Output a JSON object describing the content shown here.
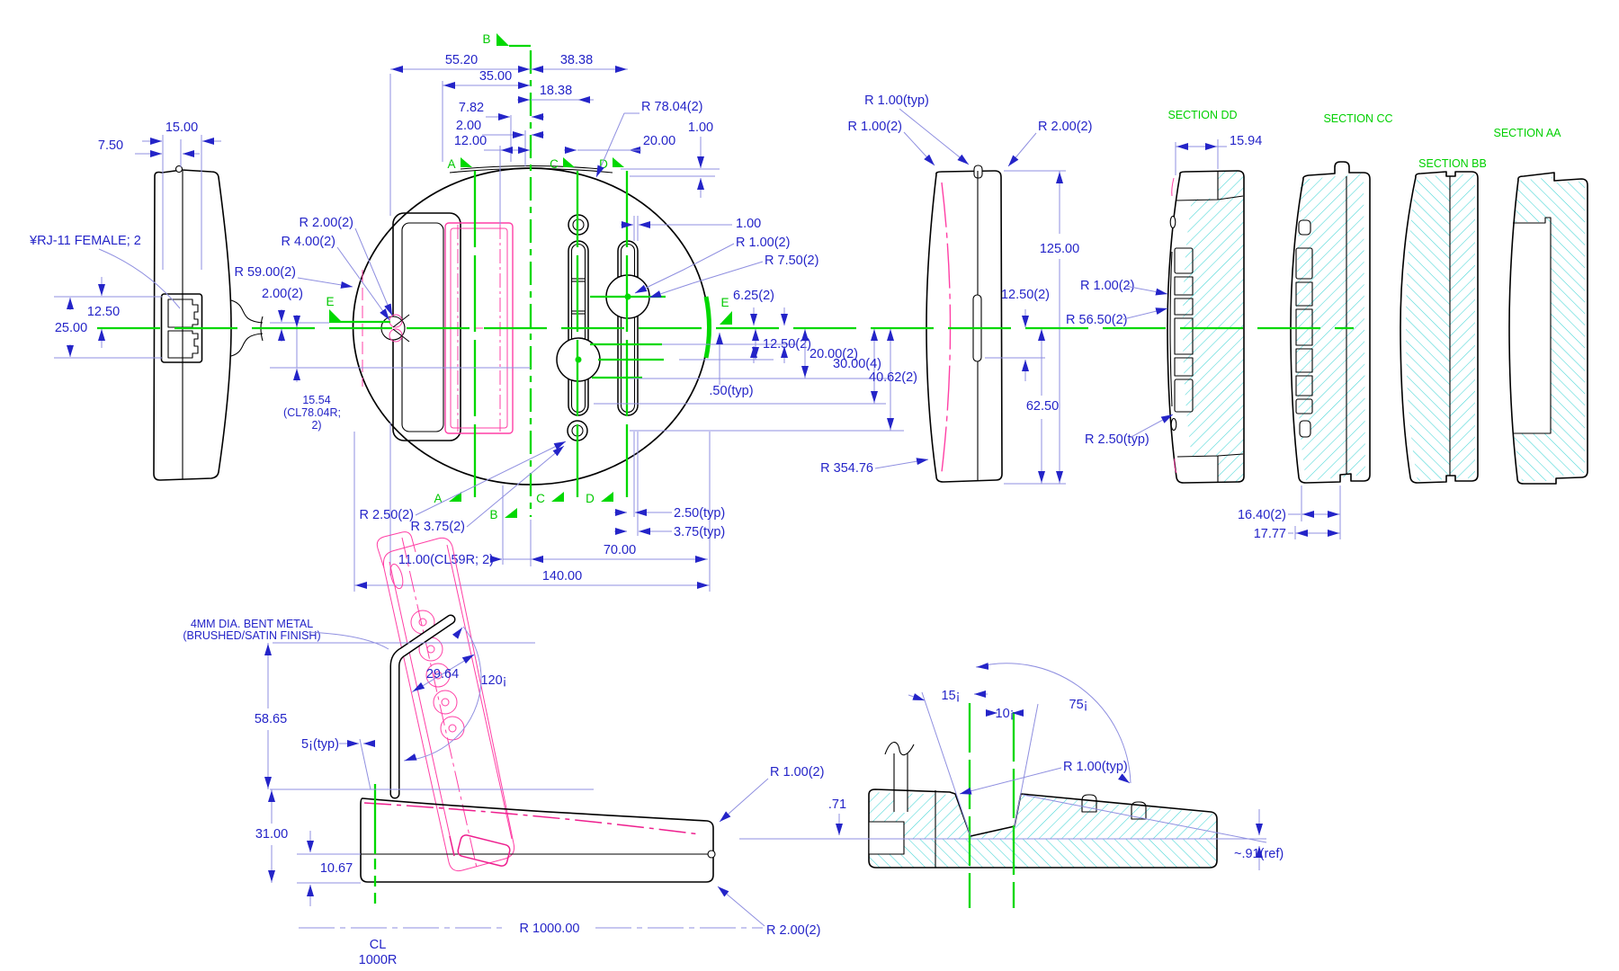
{
  "drawing": {
    "colors": {
      "dimension_blue": "#2424c8",
      "extension_blue": "#8f8fe0",
      "section_green": "#00d800",
      "magenta": "#ff3fa5",
      "cyan_hatch": "#45d6d6",
      "insert_hatch_blue": "#4a3acc",
      "outline_black": "#000000"
    },
    "left_view": {
      "rj11_note": "¥RJ-11 FEMALE; 2",
      "dim_7_50": "7.50",
      "dim_15_00": "15.00",
      "dim_12_50": "12.50",
      "dim_25_00": "25.00"
    },
    "top_view": {
      "dim_55_20": "55.20",
      "dim_38_38": "38.38",
      "dim_35_00": "35.00",
      "dim_18_38": "18.38",
      "dim_7_82": "7.82",
      "dim_2_00": "2.00",
      "dim_12_00": "12.00",
      "dim_20_00": "20.00",
      "r_78_04": "R 78.04(2)",
      "dim_1_00_top": "1.00",
      "r_2_00": "R 2.00(2)",
      "r_4_00": "R 4.00(2)",
      "r_59_00": "R 59.00(2)",
      "dim_2_00_e": "2.00(2)",
      "dim_15_54_l1": "15.54",
      "dim_15_54_l2": "(CL78.04R;",
      "dim_15_54_l3": "2)",
      "dim_1_00_right": "1.00",
      "r_1_00": "R 1.00(2)",
      "r_7_50": "R 7.50(2)",
      "dim_6_25": "6.25(2)",
      "dim_12_50": "12.50(2)",
      "dim_20_00_2": "20.00(2)",
      "dim_30_00": "30.00(4)",
      "dim_40_62": "40.62(2)",
      "dim_50_typ": ".50(typ)",
      "r_2_50": "R 2.50(2)",
      "r_3_75": "R 3.75(2)",
      "dim_11_00": "11.00(CL59R; 2)",
      "dim_70_00": "70.00",
      "dim_140_00": "140.00",
      "dim_2_50_typ": "2.50(typ)",
      "dim_3_75_typ": "3.75(typ)",
      "sec_a": "A",
      "sec_b": "B",
      "sec_c": "C",
      "sec_d": "D",
      "sec_e": "E"
    },
    "side_view": {
      "r_1_00_typ": "R 1.00(typ)",
      "r_1_00": "R 1.00(2)",
      "r_2_00": "R 2.00(2)",
      "dim_125_00": "125.00",
      "dim_12_50": "12.50(2)",
      "dim_62_50": "62.50",
      "r_354_76": "R 354.76"
    },
    "sections": {
      "dd": "SECTION DD",
      "cc": "SECTION CC",
      "bb": "SECTION BB",
      "aa": "SECTION AA",
      "dim_15_94": "15.94",
      "r_1_00": "R 1.00(2)",
      "r_56_50": "R 56.50(2)",
      "r_2_50_typ": "R 2.50(typ)",
      "dim_16_40": "16.40(2)",
      "dim_17_77": "17.77"
    },
    "arm_view": {
      "note_l1": "4MM DIA. BENT METAL",
      "note_l2": "(BRUSHED/SATIN FINISH)",
      "dim_58_65": "58.65",
      "dim_29_64": "29.64",
      "dim_120": "120¡",
      "dim_5_typ": "5¡(typ)",
      "dim_31_00": "31.00",
      "dim_10_67": "10.67",
      "r_1000": "R 1000.00",
      "cl_l1": "CL",
      "cl_l2": "1000R",
      "r_1_00": "R 1.00(2)",
      "r_2_00": "R 2.00(2)"
    },
    "base_section_view": {
      "dim_15": "15¡",
      "dim_10": "10¡",
      "dim_75": "75¡",
      "r_1_00_typ": "R 1.00(typ)",
      "dim_71": ".71",
      "dim_91_ref": "~.91(ref)"
    }
  }
}
